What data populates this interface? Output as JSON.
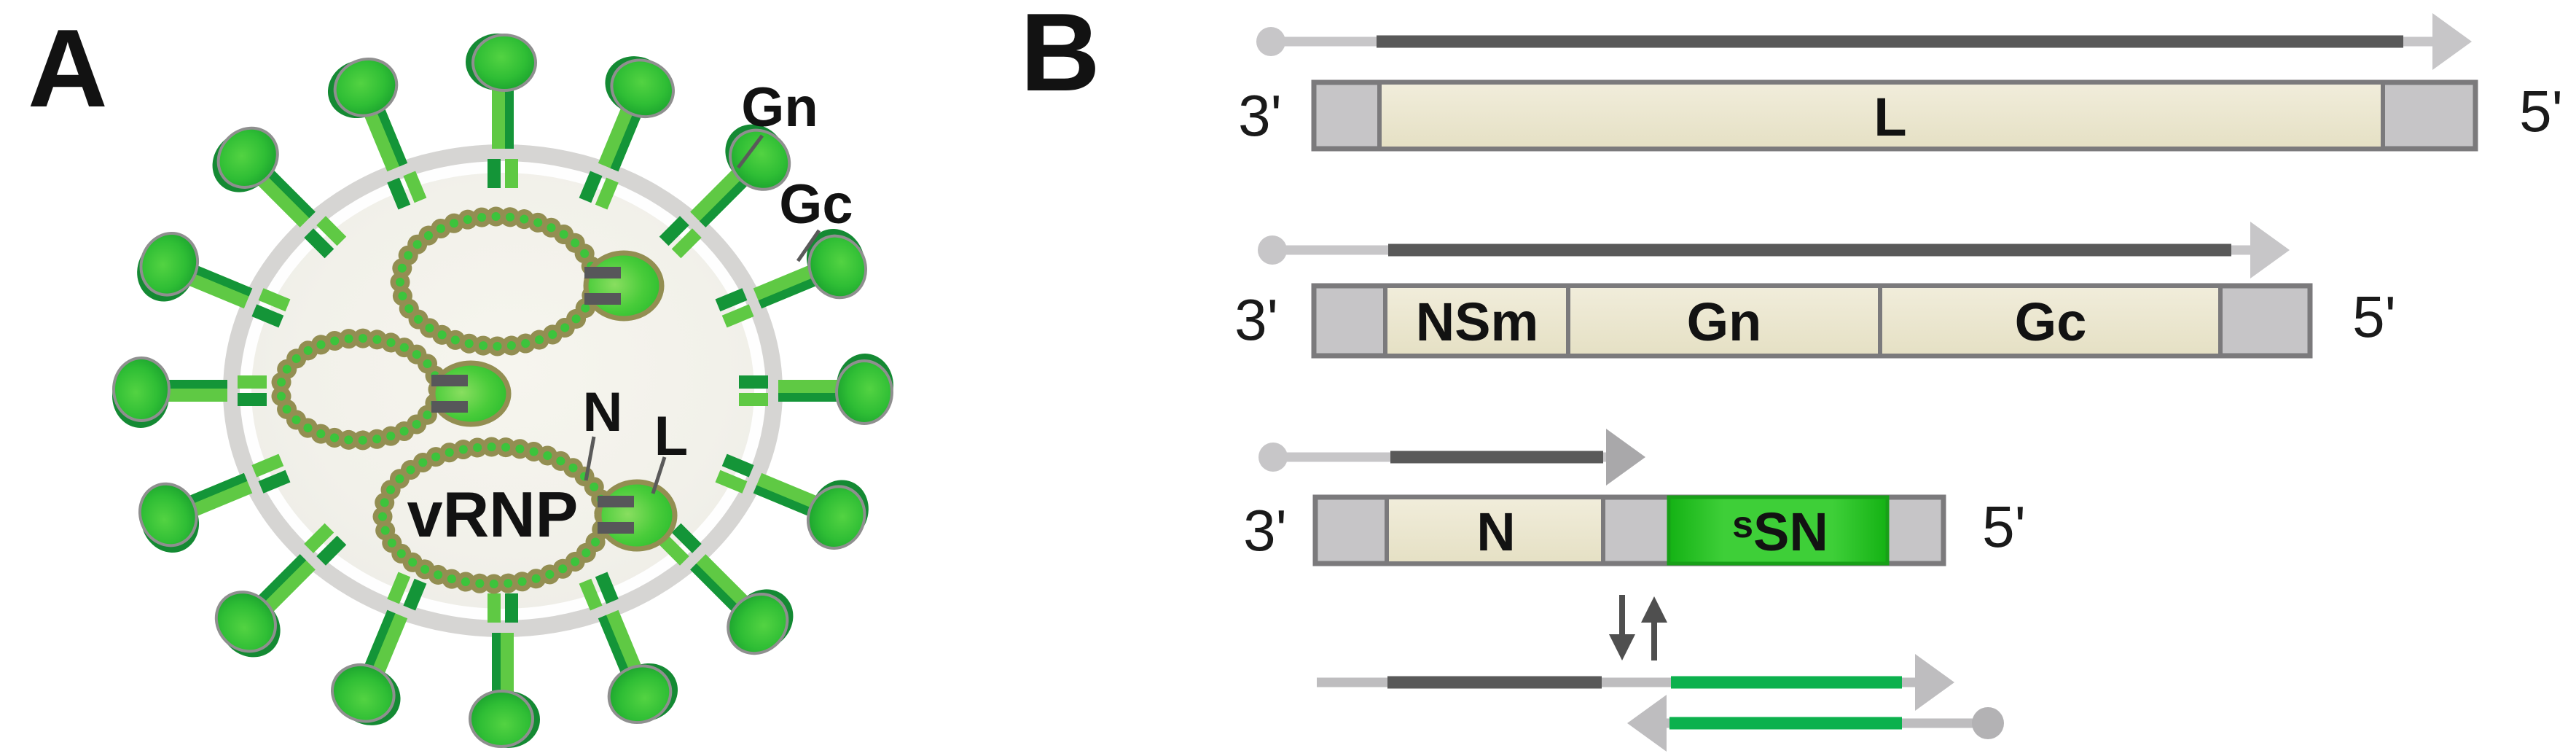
{
  "figure": {
    "panel_a_label": "A",
    "panel_b_label": "B"
  },
  "virion": {
    "glycoprotein_gn_label": "Gn",
    "glycoprotein_gc_label": "Gc",
    "nucleoprotein_label": "N",
    "polymerase_label": "L",
    "ribonucleoprotein_label": "vRNP"
  },
  "genome": {
    "l_segment": {
      "three_prime": "3'",
      "five_prime": "5'",
      "gene_l": "L"
    },
    "m_segment": {
      "three_prime": "3'",
      "five_prime": "5'",
      "gene_nsm": "NSm",
      "gene_gn": "Gn",
      "gene_gc": "Gc"
    },
    "s_segment": {
      "three_prime": "3'",
      "five_prime": "5'",
      "gene_n": "N",
      "gene_ssn_sup": "s",
      "gene_ssn_main": "SN"
    }
  },
  "colors": {
    "spike_green": "#2ec42e",
    "stalk_light_green": "#5fc944",
    "stalk_dark_green": "#149538",
    "bead_olive": "#938e52",
    "bead_green": "#3cc43c",
    "envelope_gray": "#d6d5d3",
    "gene_box_beige": "#eae5cc",
    "utr_cap_gray": "#c6c5c7",
    "bar_border_gray": "#7b7a7c",
    "ssn_green": "#2ec52e",
    "mrna_dark_gray": "#595959",
    "mrna_light_gray": "#c7c6c8",
    "mrna_green": "#0cb14d",
    "connector_bar_gray": "#57575a"
  }
}
